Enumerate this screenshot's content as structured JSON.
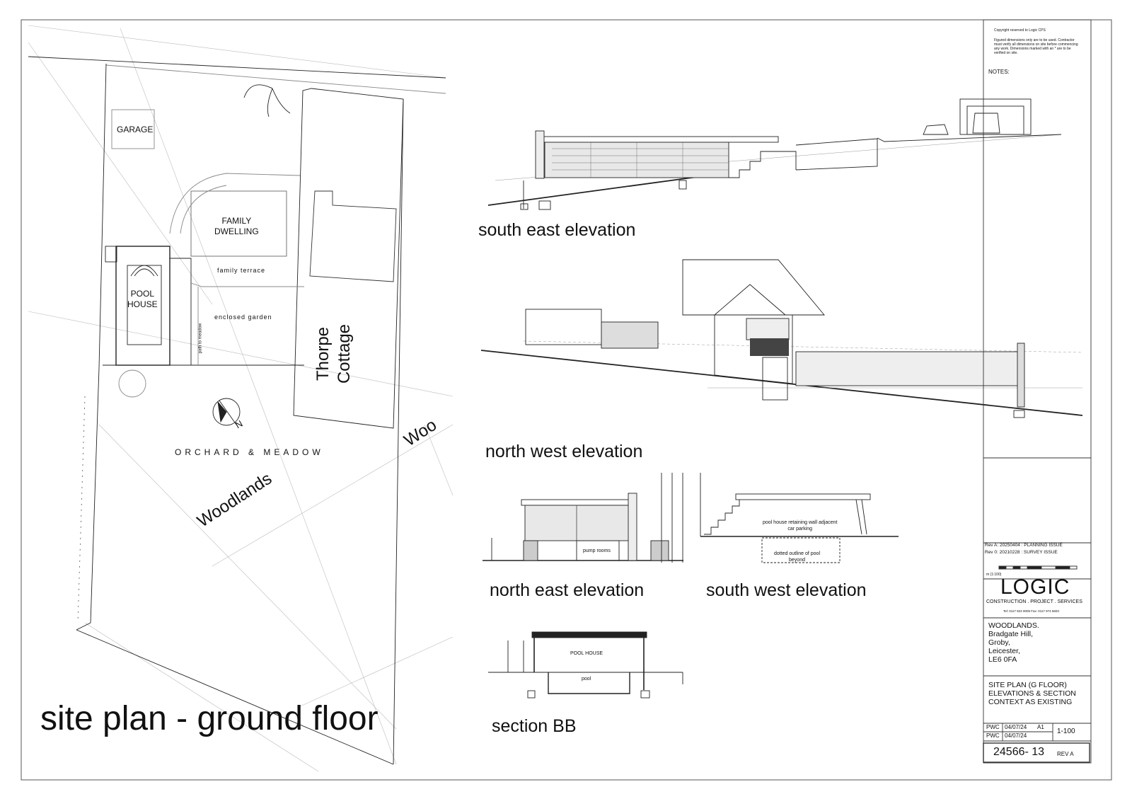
{
  "plan": {
    "title": "site plan - ground floor",
    "garage": "GARAGE",
    "family_dwelling": "FAMILY\nDWELLING",
    "family_terrace": "family terrace",
    "pool_house": "POOL\nHOUSE",
    "enclosed_garden": "enclosed garden",
    "path_to_meadow": "path to meadow",
    "thorpe_cottage": "Thorpe\nCottage",
    "orchard_meadow": "ORCHARD & MEADOW",
    "woodlands": "Woodlands",
    "woods_partial": "Woo",
    "north": "N"
  },
  "elevations": {
    "south_east": "south east elevation",
    "north_west": "north west elevation",
    "north_east": "north east elevation",
    "south_west": "south west elevation",
    "section": "section BB",
    "pump_rooms": "pump rooms",
    "retaining_wall": "pool house retaining wall adjacent\ncar parking",
    "dotted_outline": "dotted outline of pool\nbeyond",
    "section_pool_house": "POOL HOUSE",
    "section_pool": "pool"
  },
  "title_block": {
    "copyright": "Copyright reserved to Logic CPS",
    "disclaimer": "Figured dimensions only are to be used. Contractor\nmust verify all dimensions on site before commencing\nany work. Dimensions marked with an * are to be\nverified on site.",
    "notes": "NOTES:",
    "rev_a": "Rev A: 20250404 : PLANNING ISSUE",
    "rev_0": "Rev 0: 20210228 : SURVEY ISSUE",
    "scale_bar": "m (1:100)",
    "logo": "LOGIC",
    "tagline": "CONSTRUCTION . PROJECT . SERVICES",
    "contact": "Tel: 0117 923 9005    Fax: 0117 974 5603",
    "address": "WOODLANDS.\nBradgate Hill,\nGroby,\nLeicester,\nLE6 0FA",
    "drawing_title": "SITE PLAN (G FLOOR)\nELEVATIONS & SECTION\nCONTEXT AS EXISTING",
    "drawn_1": "PWC",
    "date_1": "04/07/24",
    "size": "A1",
    "scale": "1-100",
    "drawn_2": "PWC",
    "date_2": "04/07/24",
    "drawing_no": "24566- 13",
    "revision": "REV A"
  }
}
